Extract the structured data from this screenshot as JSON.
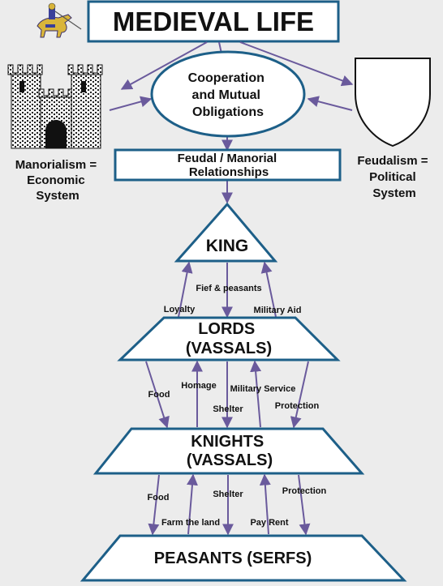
{
  "title": "MEDIEVAL LIFE",
  "center_oval": [
    "Cooperation",
    "and Mutual",
    "Obligations"
  ],
  "relationships_box": [
    "Feudal / Manorial",
    "Relationships"
  ],
  "left_caption": [
    "Manorialism =",
    "Economic",
    "System"
  ],
  "right_caption": [
    "Feudalism =",
    "Political",
    "System"
  ],
  "levels": {
    "king": [
      "KING"
    ],
    "lords": [
      "LORDS",
      "(VASSALS)"
    ],
    "knights": [
      "KNIGHTS",
      "(VASSALS)"
    ],
    "peasants": [
      "PEASANTS (SERFS)"
    ]
  },
  "labels_king_lords": {
    "fief": "Fief & peasants",
    "loyalty": "Loyalty",
    "military_aid": "Military Aid"
  },
  "labels_lords_knights": {
    "food": "Food",
    "homage": "Homage",
    "military_service": "Military Service",
    "shelter": "Shelter",
    "protection": "Protection"
  },
  "labels_knights_peasants": {
    "food": "Food",
    "shelter": "Shelter",
    "protection": "Protection",
    "farm_the_land": "Farm the land",
    "pay_rent": "Pay Rent"
  },
  "colors": {
    "arrow": "#6a5a9c",
    "shape_fill": "#ffffff",
    "shape_stroke": "#1d5f88",
    "background": "#ececec"
  },
  "icons": {
    "knight": "knight-on-horse-icon",
    "castle": "castle-icon",
    "shield": "shield-icon"
  }
}
